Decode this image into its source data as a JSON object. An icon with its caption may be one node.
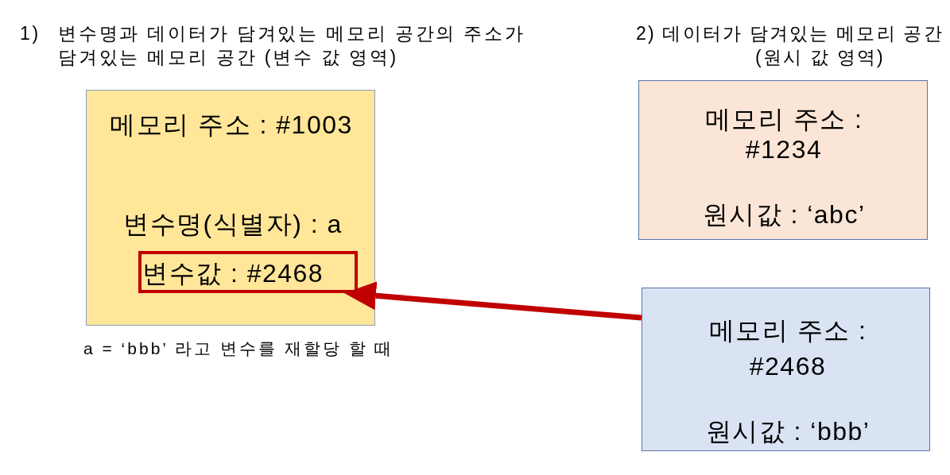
{
  "diagram": {
    "nodes": [
      {
        "text": [
          "메모리 주소 : #1003",
          "변수명(식별자) : a"
        ],
        "beside": [
          "a = ‘bbb’ 라고 변수를 재할당 할 때"
        ]
      },
      {
        "text": [
          "변수값 : #2468"
        ],
        "in": 0
      },
      {
        "text": [
          "메모리 주소 : #1234",
          "원시값 : ‘abc’"
        ]
      },
      {
        "text": [
          "메모리 주소 : #2468",
          "원시값 : ‘bbb’"
        ]
      }
    ],
    "edges": [
      {
        "from": 3,
        "to": 1,
        "arrow": "to",
        "color": "#c00000"
      }
    ],
    "labels": [
      "1) 변수명과 데이터가 담겨있는 메모리 공간의 주소가 담겨있는 메모리 공간 (변수 값 영역)",
      "2) 데이터가 담겨있는 메모리 공간 (원시 값 영역)"
    ]
  }
}
